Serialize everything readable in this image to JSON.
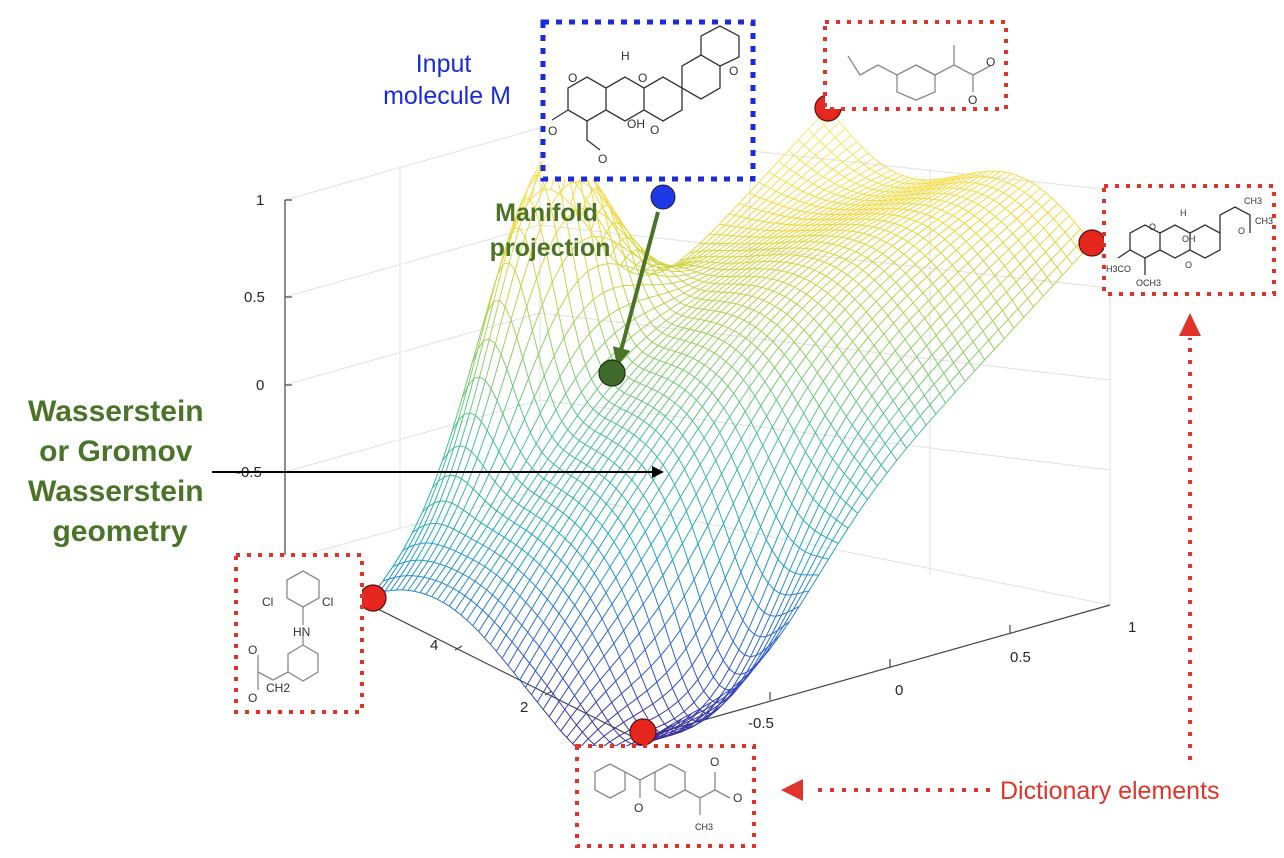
{
  "axes": {
    "z_ticks": [
      "1",
      "0.5",
      "0",
      "-0.5"
    ],
    "y_ticks": [
      "4",
      "2"
    ],
    "x_ticks": [
      "-0.5",
      "0",
      "0.5",
      "1"
    ]
  },
  "labels": {
    "input": [
      "Input",
      "molecule M"
    ],
    "projection": [
      "Manifold",
      "projection"
    ],
    "geometry": [
      "Wasserstein",
      "or Gromov",
      "Wasserstein",
      "geometry"
    ],
    "dictionary": "Dictionary elements"
  },
  "molecules": {
    "input_atoms": [
      "H",
      "O",
      "O",
      "O",
      "O",
      "O",
      "OH",
      "O"
    ],
    "dict_right_atoms": [
      "H",
      "CH3",
      "CH3",
      "OH",
      "O",
      "H3CO",
      "OCH3",
      "O",
      "O"
    ],
    "dict_left_atoms": [
      "Cl",
      "Cl",
      "HN",
      "O",
      "O",
      "CH2"
    ],
    "dict_bottom_atoms": [
      "O",
      "O",
      "O",
      "CH3"
    ],
    "dict_top_atoms": [
      "O",
      "O"
    ]
  },
  "colors": {
    "dictionary_red": "#e0332a",
    "input_blue": "#1a2bdc",
    "projection_green": "#4a7428",
    "surface_map": [
      "#3e1f8f",
      "#2f5fd6",
      "#22a4c6",
      "#4cc193",
      "#a5d25a",
      "#f4d63a",
      "#f9ee7a"
    ]
  }
}
